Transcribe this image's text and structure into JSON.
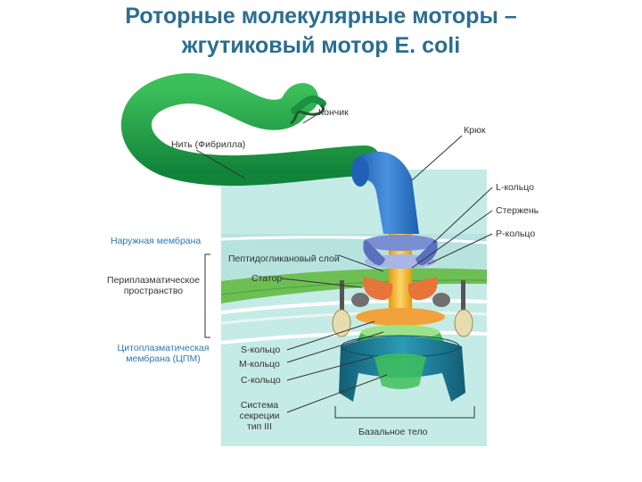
{
  "title": {
    "line1": "Роторные молекулярные моторы –",
    "line2": "жгутиковый мотор E. coli"
  },
  "labels": {
    "tip": "Кончик",
    "hook": "Крюк",
    "filament": "Нить (Фибрилла)",
    "l_ring": "L-кольцо",
    "rod": "Стержень",
    "p_ring": "P-кольцо",
    "outer_membrane": "Наружная мембрана",
    "peptidoglycan": "Пептидогликановый слой",
    "periplasm_line1": "Периплазматическое",
    "periplasm_line2": "пространство",
    "stator": "Статор",
    "cytoplasmic_membrane_line1": "Цитоплазматическая",
    "cytoplasmic_membrane_line2": "мембрана (ЦПМ)",
    "s_ring": "S-кольцо",
    "m_ring": "M-кольцо",
    "c_ring": "C-кольцо",
    "secretion_line1": "Система",
    "secretion_line2": "секреции",
    "secretion_line3": "тип III",
    "basal_body": "Базальное тело"
  },
  "colors": {
    "title": "#2a6e91",
    "label_blue": "#2d78b4",
    "filament_green": "#1e9b3c",
    "hook_blue": "#2f78c8",
    "cytoplasm": "#c5ebe6",
    "peptidoglycan_green": "#6dbf54",
    "rod_orange": "#f2b024",
    "c_ring_teal": "#1c7a94"
  }
}
